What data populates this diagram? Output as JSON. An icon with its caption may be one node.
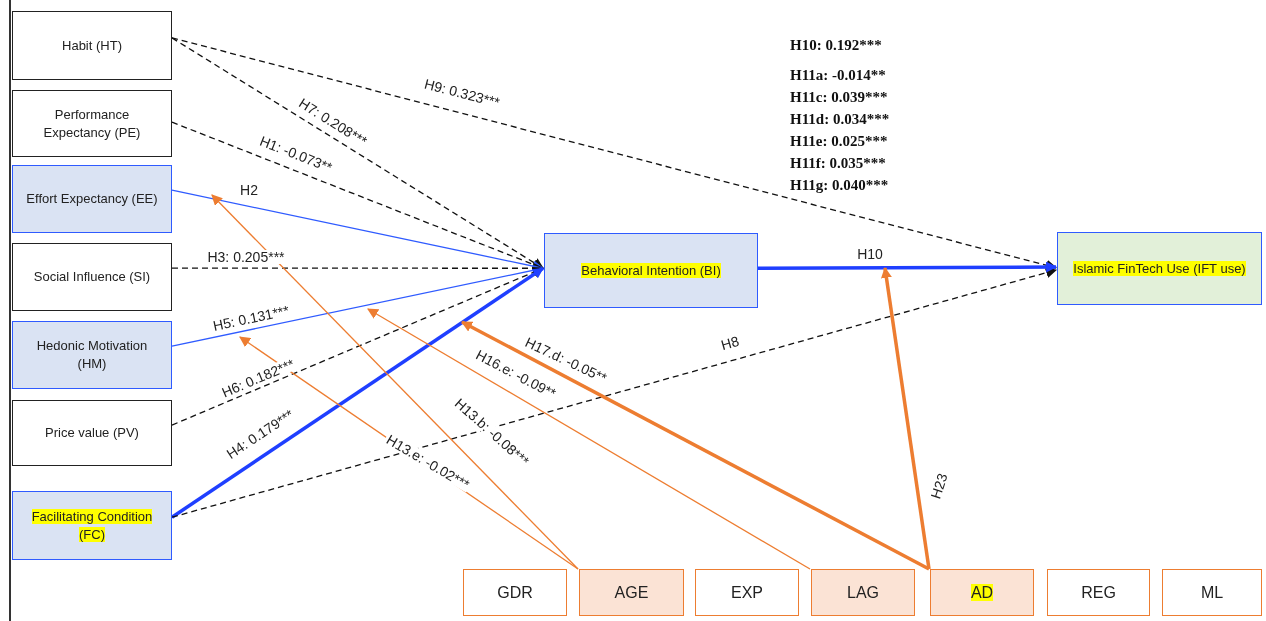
{
  "diagram": {
    "nodes": [
      {
        "text": [
          "Habit (HT)"
        ]
      },
      {
        "text": [
          "Performance Expectancy (PE)"
        ]
      },
      {
        "text": [
          "Effort Expectancy (EE)"
        ]
      },
      {
        "text": [
          "Social Influence (SI)"
        ]
      },
      {
        "text": [
          "Hedonic Motivation (HM)"
        ]
      },
      {
        "text": [
          "Price value (PV)"
        ]
      },
      {
        "text": [
          "Facilitating Condition (FC)"
        ]
      },
      {
        "text": [
          "Behavioral Intention (BI)"
        ]
      },
      {
        "text": [
          "Islamic FinTech Use (IFT use)"
        ]
      },
      {
        "text": [
          "GDR"
        ]
      },
      {
        "text": [
          "AGE"
        ]
      },
      {
        "text": [
          "EXP"
        ]
      },
      {
        "text": [
          "LAG"
        ]
      },
      {
        "text": [
          "AD"
        ]
      },
      {
        "text": [
          "REG"
        ]
      },
      {
        "text": [
          "ML"
        ]
      }
    ],
    "edges": [
      {
        "from": 0,
        "to": 7,
        "arrow": "to",
        "label": "H7: 0.208***",
        "style": "dashed"
      },
      {
        "from": 0,
        "to": 8,
        "arrow": "to",
        "label": "H9: 0.323***",
        "style": "dashed"
      },
      {
        "from": 1,
        "to": 7,
        "arrow": "to",
        "label": "H1: -0.073**",
        "style": "dashed"
      },
      {
        "from": 2,
        "to": 7,
        "arrow": "to",
        "label": "H2",
        "color": "#2f5bff"
      },
      {
        "from": 3,
        "to": 7,
        "arrow": "to",
        "label": "H3: 0.205***",
        "style": "dashed"
      },
      {
        "from": 4,
        "to": 7,
        "arrow": "to",
        "label": "H5: 0.131***",
        "color": "#2f5bff"
      },
      {
        "from": 5,
        "to": 7,
        "arrow": "to",
        "label": "H6: 0.182***",
        "style": "dashed"
      },
      {
        "from": 6,
        "to": 7,
        "arrow": "to",
        "label": "H4: 0.179***",
        "style": "thick",
        "color": "#1f3fff"
      },
      {
        "from": 6,
        "to": 8,
        "arrow": "to",
        "label": "H8",
        "style": "dashed"
      },
      {
        "from": 7,
        "to": 8,
        "arrow": "to",
        "label": "H10",
        "style": "thick",
        "color": "#1f3fff"
      },
      {
        "from": 10,
        "to": null,
        "arrow": "to",
        "label": "H13.b: -0.08***",
        "color": "#ed7d31"
      },
      {
        "from": 10,
        "to": null,
        "arrow": "to",
        "label": "H13.e: -0.02***",
        "color": "#ed7d31"
      },
      {
        "from": 12,
        "to": null,
        "arrow": "to",
        "label": "H16.e: -0.09**",
        "color": "#ed7d31"
      },
      {
        "from": 13,
        "to": null,
        "arrow": "to",
        "label": "H17.d: -0.05**",
        "style": "thick",
        "color": "#ed7d31"
      },
      {
        "from": 13,
        "to": null,
        "arrow": "to",
        "label": "H23",
        "style": "thick",
        "color": "#ed7d31"
      }
    ],
    "labels": [
      "H10: 0.192***",
      "H11a: -0.014**",
      "H11c: 0.039***",
      "H11d: 0.034***",
      "H11e: 0.025***",
      "H11f: 0.035***",
      "H11g: 0.040***"
    ]
  }
}
